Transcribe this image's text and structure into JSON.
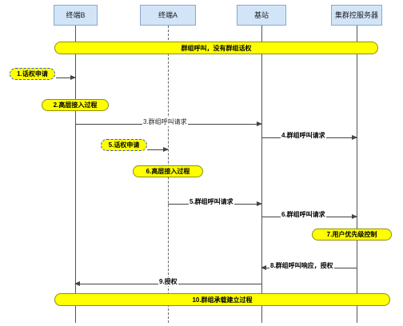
{
  "lifelines": {
    "terminal_b": "终端B",
    "terminal_a": "终端A",
    "base_station": "基站",
    "trunk_server": "集群控服务器"
  },
  "bars": {
    "group_call_no_floor": "群组呼叫，没有群组话权",
    "group_bearer_setup": "10.群组承载建立过程"
  },
  "steps": {
    "s1": "1.话权申请",
    "s2": "2.高层接入过程",
    "s3": "3.群组呼叫请求",
    "s4": "4.群组呼叫请求",
    "s5": "5.话权申请",
    "s6a": "6.高层接入过程",
    "s5b": "5.群组呼叫请求",
    "s6b": "6.群组呼叫请求",
    "s7": "7.用户优先级控制",
    "s8": "8.群组呼叫响应，授权",
    "s9": "9.授权"
  }
}
